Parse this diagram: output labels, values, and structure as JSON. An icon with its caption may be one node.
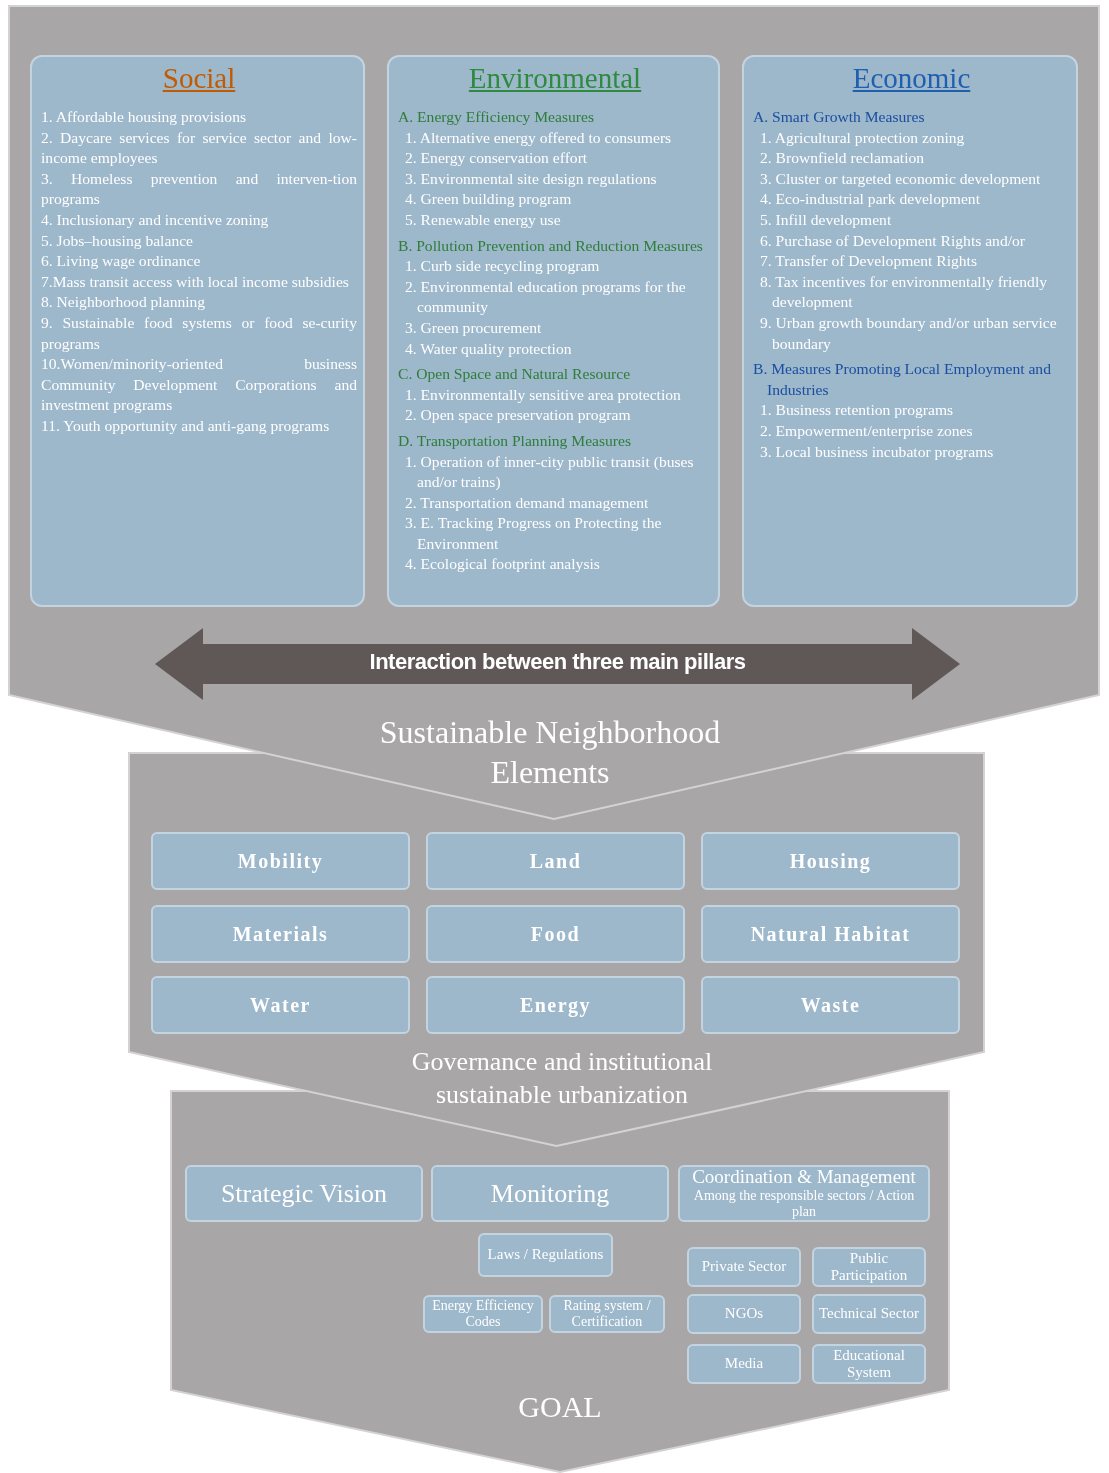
{
  "diagram": {
    "nodes": [
      {
        "text": [
          "Sustainable Neighborhood Elements"
        ]
      },
      {
        "text": [
          "Social",
          "1. Affordable housing provisions",
          "2. Daycare services for service sector and low-income employees",
          "3. Homeless prevention and interven-tion programs",
          "4. Inclusionary and incentive zoning",
          "5. Jobs–housing balance",
          "6. Living wage ordinance",
          "7.Mass transit access with local income subsidies",
          "8. Neighborhood planning",
          "9. Sustainable food systems or food se-curity programs",
          "10.Women/minority-oriented business Community Development Corporations and investment programs",
          "11. Youth opportunity and anti-gang programs"
        ],
        "in": 0
      },
      {
        "text": [
          "Environmental",
          "A. Energy Efficiency Measures",
          "1. Alternative energy offered to consumers",
          "2. Energy conservation effort",
          "3. Environmental site design regulations",
          "4. Green building program",
          "5. Renewable energy use",
          "B. Pollution Prevention and Reduction Measures",
          "1. Curb side recycling program",
          "2. Environmental education programs for the community",
          "3. Green procurement",
          "4. Water quality protection",
          "C. Open Space and Natural Resource",
          "1. Environmentally sensitive area protection",
          "2. Open space preservation program",
          "D. Transportation Planning Measures",
          "1. Operation of inner-city public transit (buses and/or trains)",
          "2. Transportation demand management",
          "3. E. Tracking Progress on Protecting the Environment",
          "4. Ecological footprint analysis"
        ],
        "in": 0
      },
      {
        "text": [
          "Economic",
          "A. Smart Growth Measures",
          "1. Agricultural protection zoning",
          "2. Brownfield reclamation",
          "3. Cluster or targeted economic development",
          "4. Eco-industrial park development",
          "5. Infill development",
          "6. Purchase of Development Rights and/or",
          "7. Transfer of Development Rights",
          "8. Tax incentives for environmentally friendly development",
          "9. Urban growth boundary and/or urban service boundary",
          "B. Measures Promoting Local Employment and Industries",
          "1. Business retention programs",
          "2. Empowerment/enterprise zones",
          "3. Local business incubator programs"
        ],
        "in": 0
      },
      {
        "text": [
          "Interaction between three main pillars"
        ],
        "in": 0
      },
      {
        "text": [
          "Governance and institutional sustainable urbanization"
        ]
      },
      {
        "text": [
          "Mobility"
        ],
        "in": 5
      },
      {
        "text": [
          "Land"
        ],
        "in": 5
      },
      {
        "text": [
          "Housing"
        ],
        "in": 5
      },
      {
        "text": [
          "Materials"
        ],
        "in": 5
      },
      {
        "text": [
          "Food"
        ],
        "in": 5
      },
      {
        "text": [
          "Natural Habitat"
        ],
        "in": 5
      },
      {
        "text": [
          "Water"
        ],
        "in": 5
      },
      {
        "text": [
          "Energy"
        ],
        "in": 5
      },
      {
        "text": [
          "Waste"
        ],
        "in": 5
      },
      {
        "text": [
          "GOAL"
        ]
      },
      {
        "text": [
          "Strategic Vision"
        ],
        "in": 15
      },
      {
        "text": [
          "Monitoring"
        ],
        "in": 15
      },
      {
        "text": [
          "Coordination & Management",
          "Among the responsible sectors / Action plan"
        ],
        "in": 15
      },
      {
        "text": [
          "Laws / Regulations"
        ],
        "in": 15
      },
      {
        "text": [
          "Energy Efficiency Codes"
        ],
        "in": 15
      },
      {
        "text": [
          "Rating system / Certification"
        ],
        "in": 15
      },
      {
        "text": [
          "Private Sector"
        ],
        "in": 15
      },
      {
        "text": [
          "Public Participation"
        ],
        "in": 15
      },
      {
        "text": [
          "NGOs"
        ],
        "in": 15
      },
      {
        "text": [
          "Technical Sector"
        ],
        "in": 15
      },
      {
        "text": [
          "Media"
        ],
        "in": 15
      },
      {
        "text": [
          "Educational System"
        ],
        "in": 15
      }
    ]
  }
}
